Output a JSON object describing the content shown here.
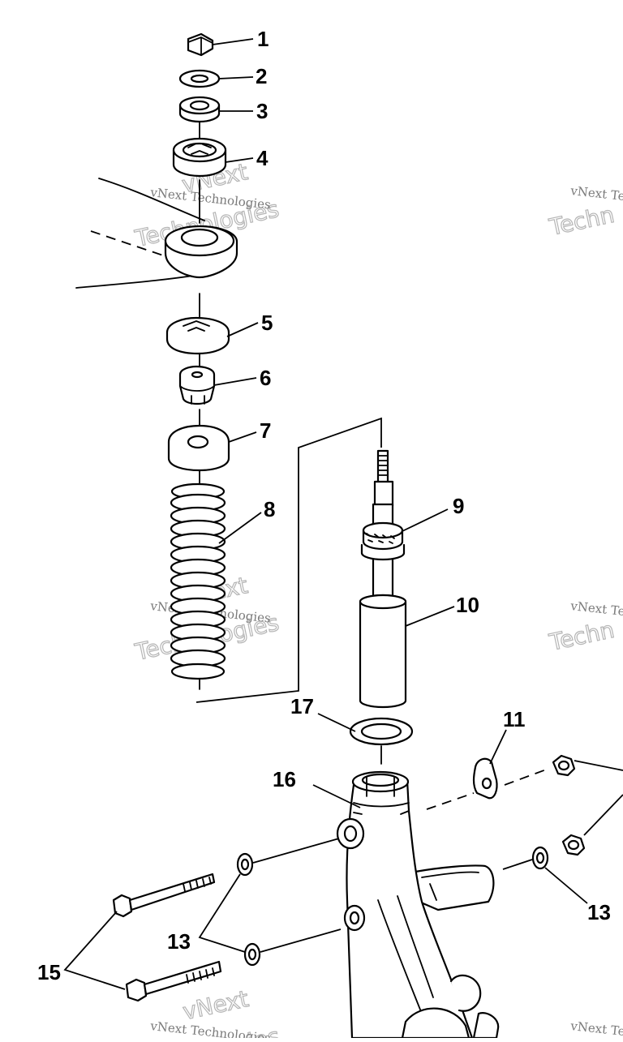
{
  "callouts": {
    "c1": "1",
    "c2": "2",
    "c3": "3",
    "c4": "4",
    "c5": "5",
    "c6": "6",
    "c7": "7",
    "c8": "8",
    "c9": "9",
    "c10": "10",
    "c11": "11",
    "c13a": "13",
    "c13b": "13",
    "c15": "15",
    "c16": "16",
    "c17": "17"
  },
  "watermark": {
    "brand_small": "vNext Technologies",
    "brand_large_line1": "vNext",
    "brand_large_line2": "Technologies",
    "brand_small_cut": "vNext Te",
    "brand_large_cut": "Techn"
  }
}
